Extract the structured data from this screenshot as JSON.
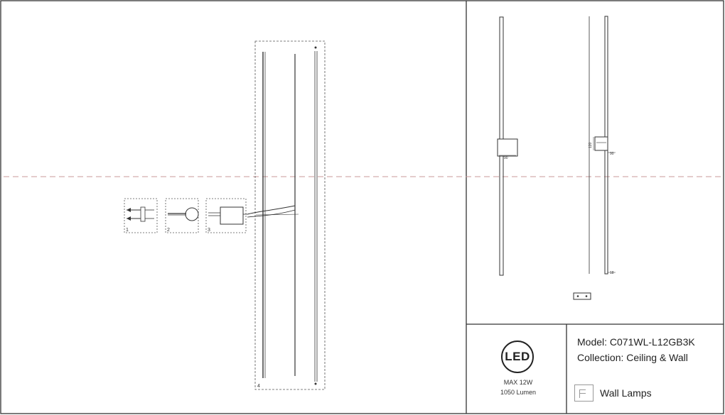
{
  "info_box": {
    "led_label": "LED",
    "power": "MAX 12W",
    "lumen": "1050 Lumen",
    "model_line": "Model: C071WL-L12GB3K",
    "collection_line": "Collection: Ceiling & Wall",
    "category": "Wall Lamps"
  },
  "install_steps": {
    "step_1": "1",
    "step_2": "2",
    "step_3": "3",
    "step_4": "4"
  },
  "dimensions": {
    "mount_depth_front": "90",
    "mount_depth_side": "90",
    "mount_height_side": "120",
    "bar_width": "18"
  },
  "icons": {
    "category_icon": "lamp-catalog-icon"
  },
  "colors": {
    "line": "#222222",
    "center_line": "#c89a9a",
    "frame": "#333333"
  }
}
